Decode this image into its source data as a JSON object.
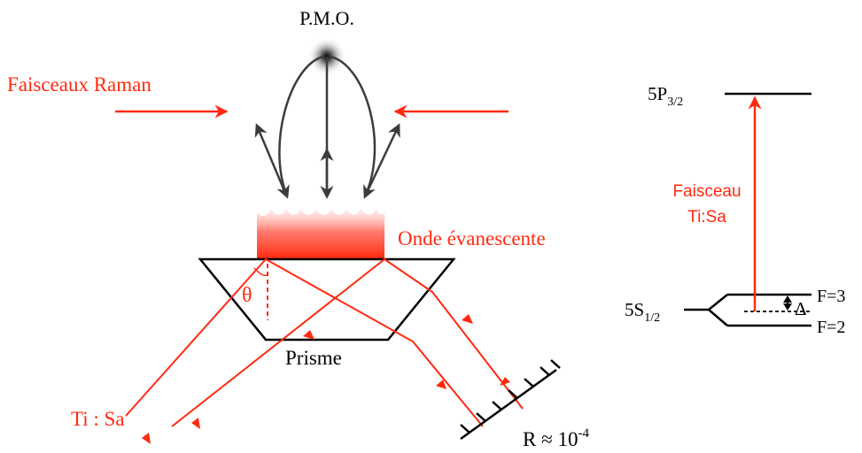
{
  "colors": {
    "red": "#ff2a10",
    "dark": "#3c3c3c",
    "black": "#000000"
  },
  "labels": {
    "pmo": "P.M.O.",
    "raman_beams": "Faisceaux Raman",
    "evanescent_wave": "Onde évanescente",
    "theta": "θ",
    "prism": "Prisme",
    "tisa": "Ti : Sa",
    "reflectivity": {
      "prefix": "R ≈ 10",
      "exponent": "-4"
    }
  },
  "levels": {
    "excited": {
      "base": "5P",
      "sub": "3/2"
    },
    "ground": {
      "base": "5S",
      "sub": "1/2"
    },
    "f_upper": "F=3",
    "f_lower": "F=2",
    "delta": "Δ",
    "beam_line1": "Faisceau",
    "beam_line2": "Ti:Sa"
  }
}
